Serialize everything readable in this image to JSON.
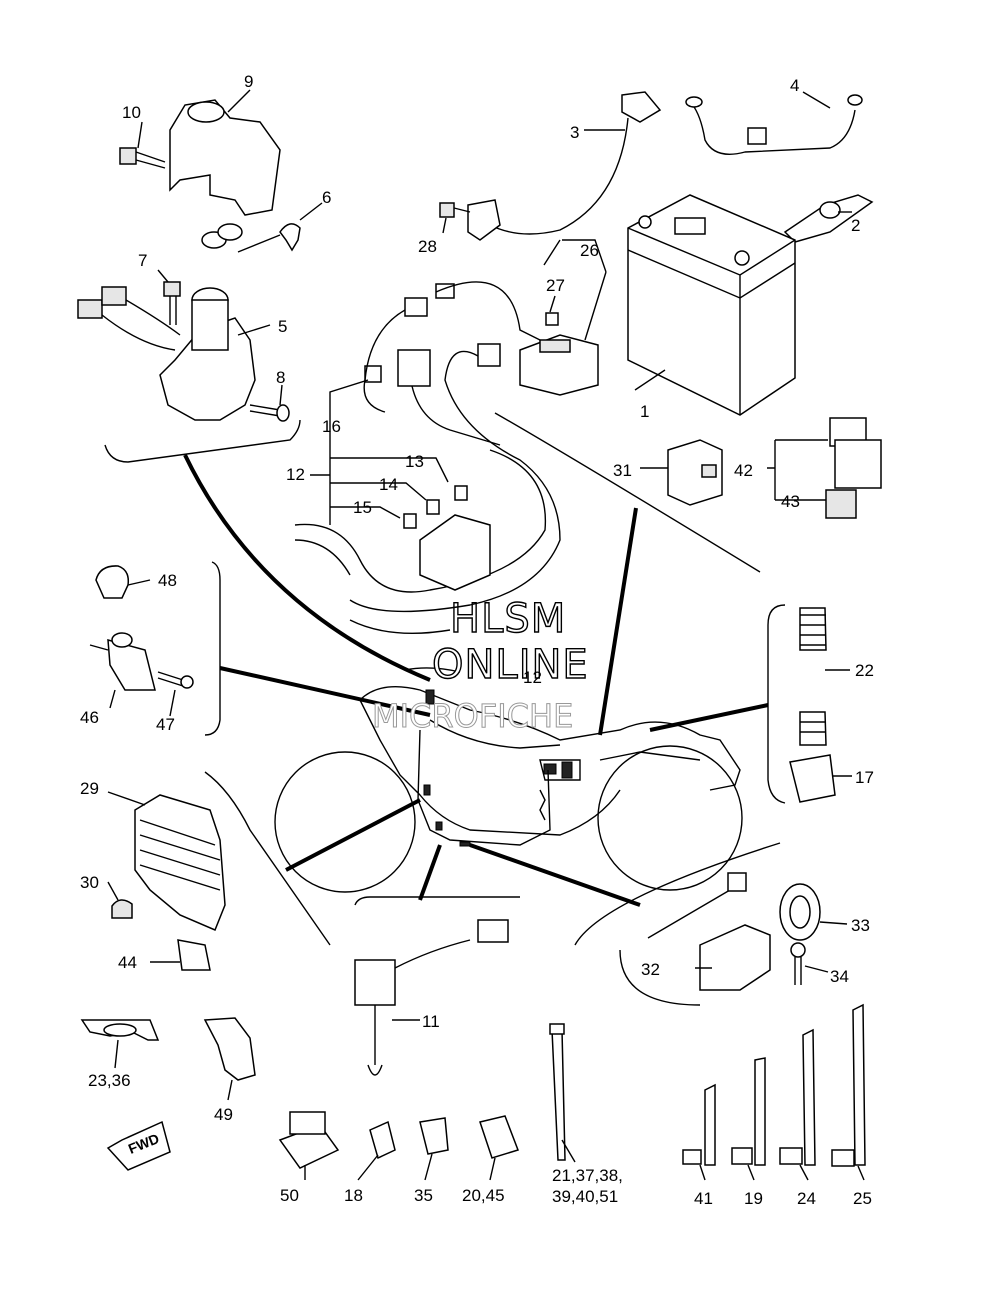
{
  "watermark": {
    "line1": "HLSM",
    "line2": "ONLINE",
    "line3": "MICROFICHE"
  },
  "fwd_label": "FWD",
  "callouts": [
    {
      "id": "1",
      "text": "1"
    },
    {
      "id": "2",
      "text": "2"
    },
    {
      "id": "3",
      "text": "3"
    },
    {
      "id": "4",
      "text": "4"
    },
    {
      "id": "5",
      "text": "5"
    },
    {
      "id": "6",
      "text": "6"
    },
    {
      "id": "7",
      "text": "7"
    },
    {
      "id": "8",
      "text": "8"
    },
    {
      "id": "9",
      "text": "9"
    },
    {
      "id": "10",
      "text": "10"
    },
    {
      "id": "11",
      "text": "11"
    },
    {
      "id": "12a",
      "text": "12"
    },
    {
      "id": "12b",
      "text": "12"
    },
    {
      "id": "13",
      "text": "13"
    },
    {
      "id": "14",
      "text": "14"
    },
    {
      "id": "15",
      "text": "15"
    },
    {
      "id": "16",
      "text": "16"
    },
    {
      "id": "17",
      "text": "17"
    },
    {
      "id": "18",
      "text": "18"
    },
    {
      "id": "19",
      "text": "19"
    },
    {
      "id": "20_45",
      "text": "20,45"
    },
    {
      "id": "21_51a",
      "text": "21,37,38,"
    },
    {
      "id": "21_51b",
      "text": "39,40,51"
    },
    {
      "id": "22",
      "text": "22"
    },
    {
      "id": "23_36",
      "text": "23,36"
    },
    {
      "id": "24",
      "text": "24"
    },
    {
      "id": "25",
      "text": "25"
    },
    {
      "id": "26",
      "text": "26"
    },
    {
      "id": "27",
      "text": "27"
    },
    {
      "id": "28",
      "text": "28"
    },
    {
      "id": "29",
      "text": "29"
    },
    {
      "id": "30",
      "text": "30"
    },
    {
      "id": "31",
      "text": "31"
    },
    {
      "id": "32",
      "text": "32"
    },
    {
      "id": "33",
      "text": "33"
    },
    {
      "id": "34",
      "text": "34"
    },
    {
      "id": "35",
      "text": "35"
    },
    {
      "id": "41",
      "text": "41"
    },
    {
      "id": "42",
      "text": "42"
    },
    {
      "id": "43",
      "text": "43"
    },
    {
      "id": "44",
      "text": "44"
    },
    {
      "id": "46",
      "text": "46"
    },
    {
      "id": "47",
      "text": "47"
    },
    {
      "id": "48",
      "text": "48"
    },
    {
      "id": "49",
      "text": "49"
    },
    {
      "id": "50",
      "text": "50"
    }
  ]
}
